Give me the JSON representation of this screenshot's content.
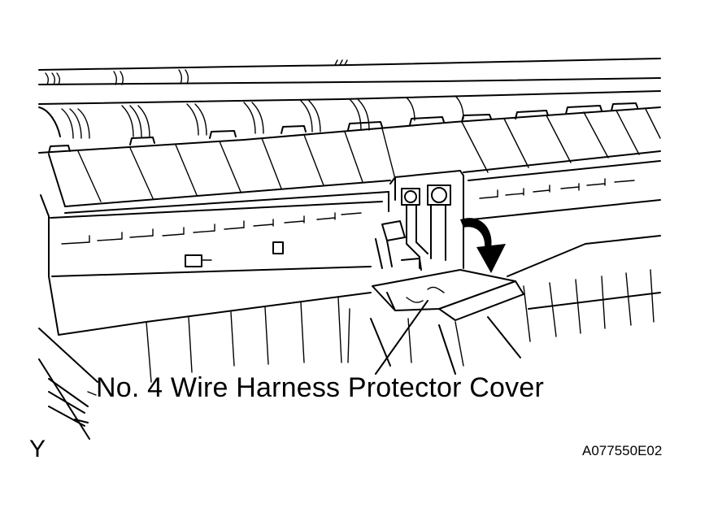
{
  "figure": {
    "callout_label": "No. 4 Wire Harness Protector Cover",
    "corner_mark": "Y",
    "figure_code": "A077550E02"
  },
  "icons": {
    "arrow": "rotate-down-arrow-icon",
    "bolt": "bolt-icon"
  },
  "colors": {
    "line": "#000000",
    "background": "#ffffff"
  }
}
